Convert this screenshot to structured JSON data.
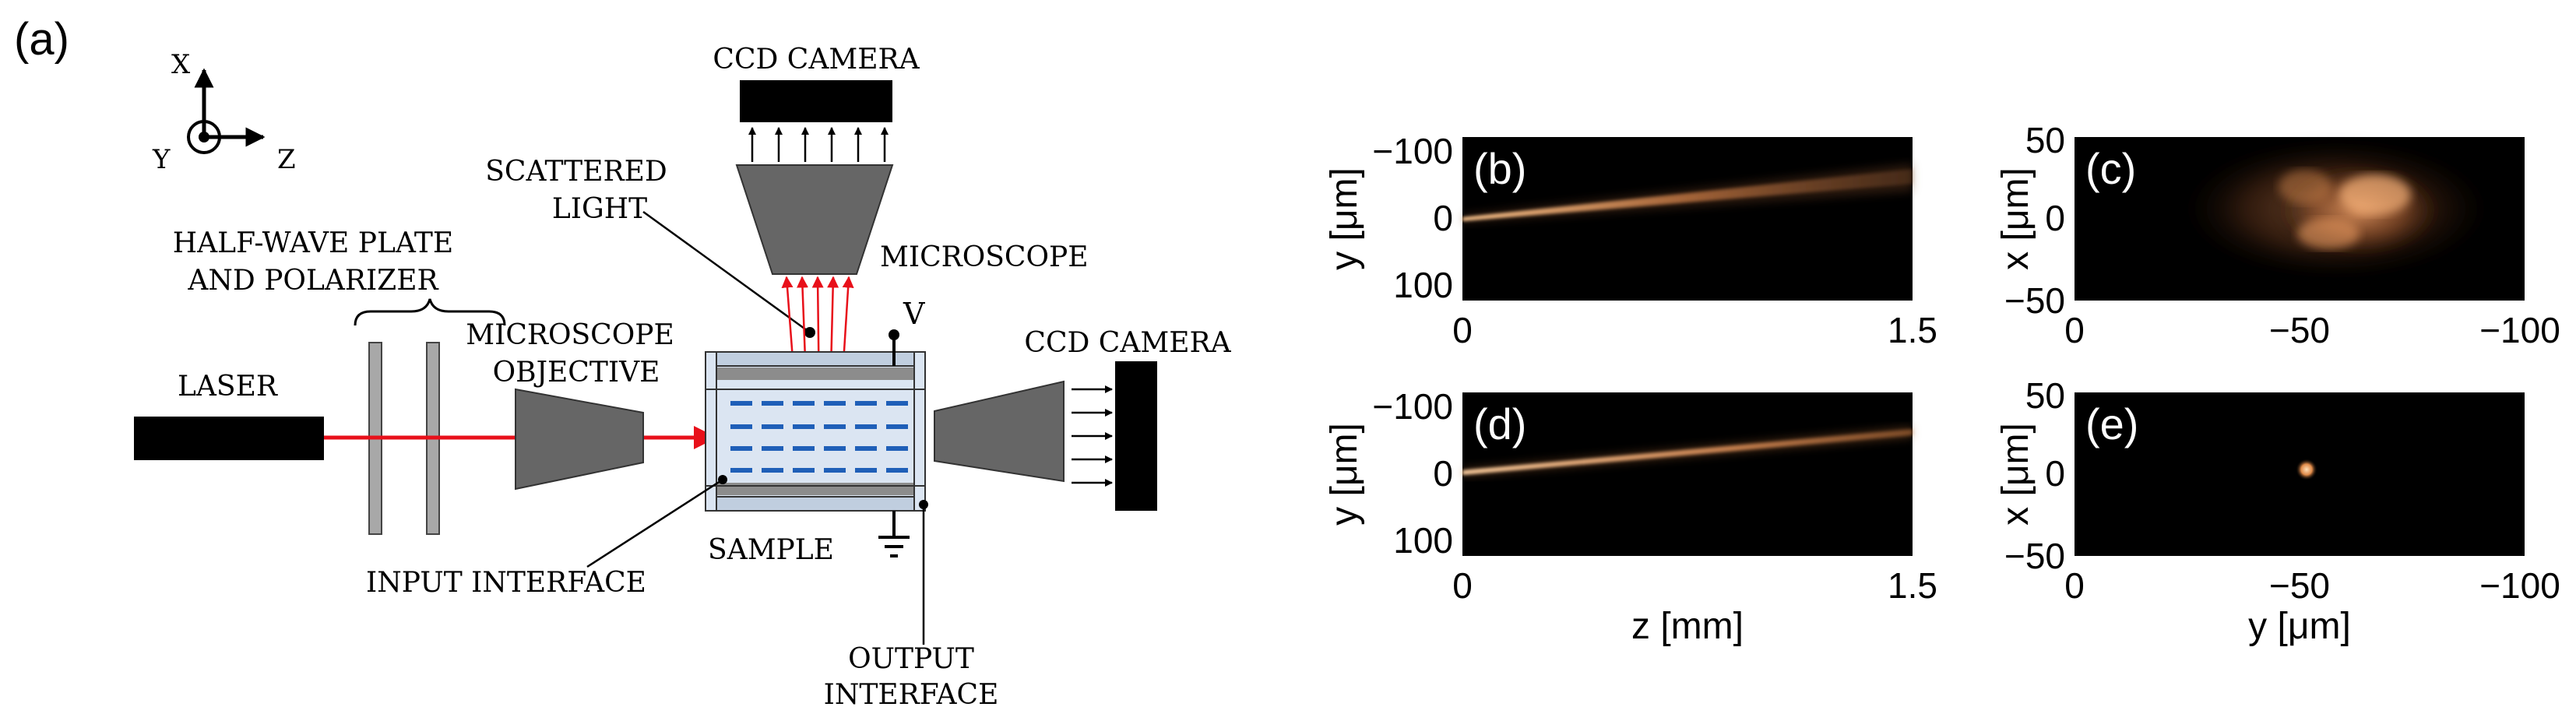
{
  "panel_a": {
    "label": "(a)",
    "axes": {
      "x": "X",
      "y": "Y",
      "z": "Z"
    },
    "labels": {
      "ccd_top": "CCD CAMERA",
      "scattered_1": "SCATTERED",
      "scattered_2": "LIGHT",
      "microscope": "MICROSCOPE",
      "hwp_1": "HALF-WAVE PLATE",
      "hwp_2": "AND POLARIZER",
      "objective_1": "MICROSCOPE",
      "objective_2": "OBJECTIVE",
      "voltage": "V",
      "ccd_right": "CCD CAMERA",
      "laser": "LASER",
      "sample": "SAMPLE",
      "input_interface": "INPUT INTERFACE",
      "output_1": "OUTPUT",
      "output_2": "INTERFACE"
    },
    "colors": {
      "beam": "#e8101a",
      "scatter": "#e8101a",
      "lc": "#1f5fb8",
      "device": "#666666",
      "cell": "#dbe5f2"
    }
  },
  "panels": {
    "b": {
      "label": "(b)",
      "ylabel": "y [μm]",
      "yticks": [
        "−100",
        "0",
        "100"
      ],
      "xticks": [
        "0",
        "1.5"
      ]
    },
    "c": {
      "label": "(c)",
      "ylabel": "x [μm]",
      "yticks": [
        "50",
        "0",
        "−50"
      ],
      "xticks": [
        "0",
        "−50",
        "−100"
      ]
    },
    "d": {
      "label": "(d)",
      "ylabel": "y [μm]",
      "yticks": [
        "−100",
        "0",
        "100"
      ],
      "xticks": [
        "0",
        "1.5"
      ],
      "xlabel": "z [mm]"
    },
    "e": {
      "label": "(e)",
      "ylabel": "x [μm]",
      "yticks": [
        "50",
        "0",
        "−50"
      ],
      "xticks": [
        "0",
        "−50",
        "−100"
      ],
      "xlabel": "y [μm]"
    },
    "colors": {
      "background": "#000000",
      "beam": "#f0a060"
    }
  }
}
